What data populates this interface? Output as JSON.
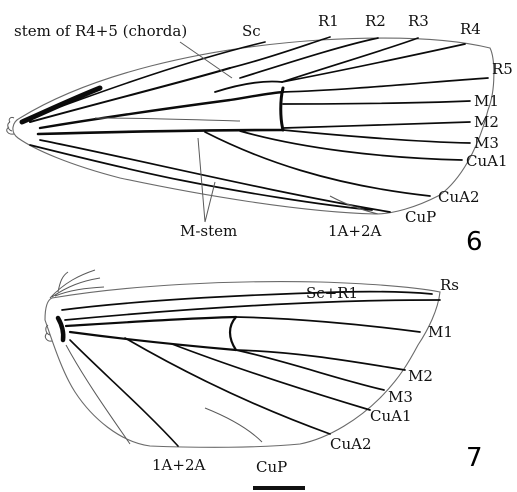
{
  "figures": [
    {
      "number": "6",
      "labels": {
        "chorda": "stem of R4+5 (chorda)",
        "sc": "Sc",
        "r1": "R1",
        "r2": "R2",
        "r3": "R3",
        "r4": "R4",
        "r5": "R5",
        "m1": "M1",
        "m2": "M2",
        "m3": "M3",
        "cua1": "CuA1",
        "cua2": "CuA2",
        "cup": "CuP",
        "a12": "1A+2A",
        "mstem": "M-stem"
      }
    },
    {
      "number": "7",
      "labels": {
        "scr1": "Sc+R1",
        "rs": "Rs",
        "m1": "M1",
        "m2": "M2",
        "m3": "M3",
        "cua1": "CuA1",
        "cua2": "CuA2",
        "cup": "CuP",
        "a12": "1A+2A"
      }
    }
  ]
}
